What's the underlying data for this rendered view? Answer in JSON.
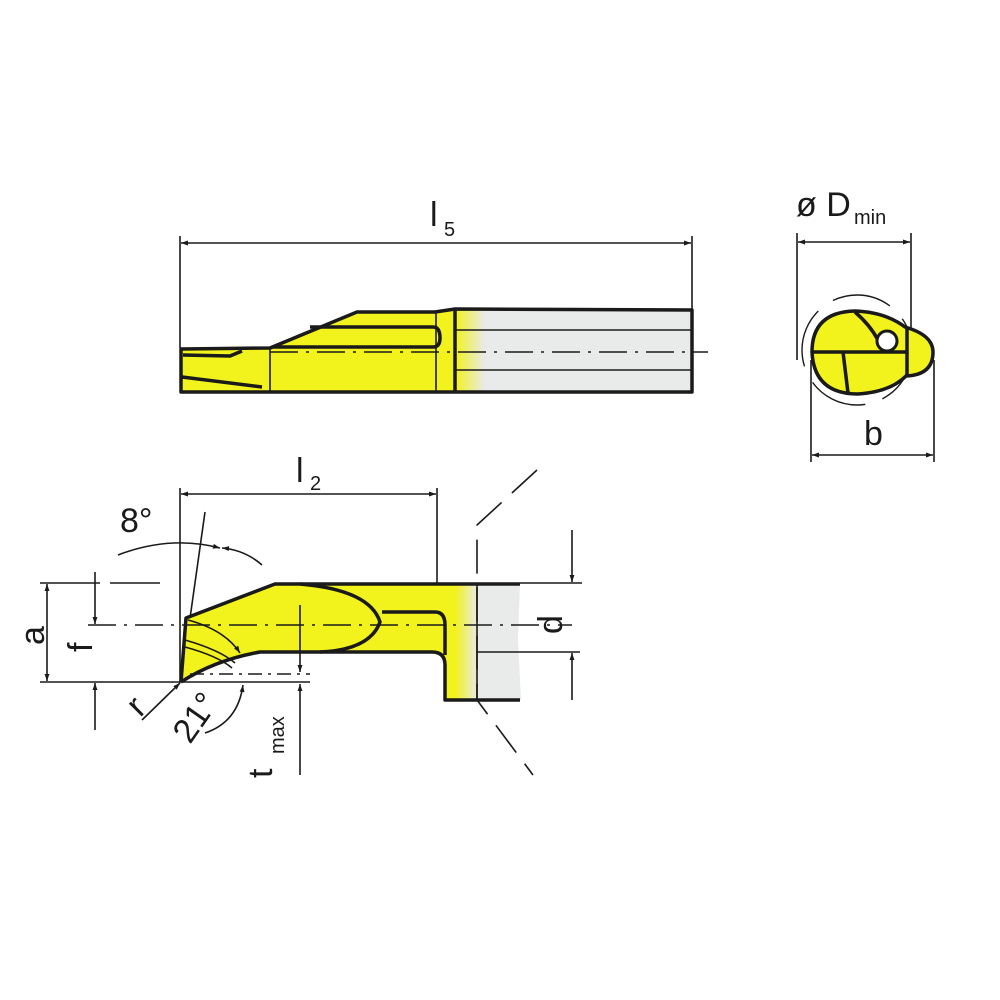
{
  "colors": {
    "carbide": "#f2f21c",
    "shank": "#e9eaea",
    "line": "#1a1a1a"
  },
  "top_view": {
    "length_label": "l",
    "length_sub": "5"
  },
  "end_view": {
    "diameter_label": "ø D",
    "diameter_sub": "min",
    "width_label": "b"
  },
  "side_view": {
    "length_label": "l",
    "length_sub": "2",
    "rake_angle": "8°",
    "tip_angle": "21°",
    "dim_a": "a",
    "dim_f": "f",
    "dim_d": "d",
    "dim_r": "r",
    "depth_label": "t",
    "depth_sub": "max"
  }
}
